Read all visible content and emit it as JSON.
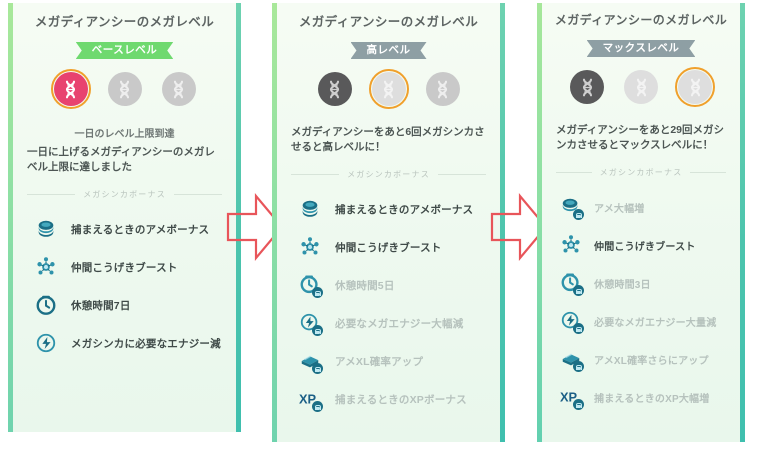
{
  "meta": {
    "accent_green": "#6fd96f",
    "accent_grey_blue": "#8e9fa4",
    "ring_orange": "#f0a02c",
    "pink": "#e8436f",
    "arrow_red": "#e8555a",
    "panel_bg": "#eef9ef",
    "divider_label": "メガシンカボーナス"
  },
  "panels": [
    {
      "title": "メガディアンシーのメガレベル",
      "badge": "ベースレベル",
      "badge_style": "base",
      "levels": [
        {
          "state": "active",
          "ringed": true
        },
        {
          "state": "grey",
          "ringed": false
        },
        {
          "state": "grey",
          "ringed": false
        }
      ],
      "status_title": "一日のレベル上限到達",
      "status_body": "一日に上げるメガディアンシーのメガレベル上限に達しました",
      "divider_label": "メガシンカボーナス",
      "bonuses": [
        {
          "icon": "candy-icon",
          "label": "捕まえるときのアメボーナス",
          "locked": false
        },
        {
          "icon": "buddy-attack-icon",
          "label": "仲間こうげきブースト",
          "locked": false
        },
        {
          "icon": "rest-timer-icon",
          "label": "休憩時間7日",
          "locked": false
        },
        {
          "icon": "mega-energy-icon",
          "label": "メガシンカに必要なエナジー減",
          "locked": false
        }
      ]
    },
    {
      "title": "メガディアンシーのメガレベル",
      "badge": "高レベル",
      "badge_style": "high",
      "levels": [
        {
          "state": "dark",
          "ringed": false
        },
        {
          "state": "lightgrey",
          "ringed": true
        },
        {
          "state": "grey",
          "ringed": false
        }
      ],
      "status_title": "",
      "status_body": "メガディアンシーをあと6回メガシンカさせると高レベルに！",
      "divider_label": "メガシンカボーナス",
      "bonuses": [
        {
          "icon": "candy-icon",
          "label": "捕まえるときのアメボーナス",
          "locked": false
        },
        {
          "icon": "buddy-attack-icon",
          "label": "仲間こうげきブースト",
          "locked": false
        },
        {
          "icon": "rest-timer-icon",
          "label": "休憩時間5日",
          "locked": true
        },
        {
          "icon": "mega-energy-icon",
          "label": "必要なメガエナジー大幅減",
          "locked": true
        },
        {
          "icon": "candy-xl-icon",
          "label": "アメXL確率アップ",
          "locked": true
        },
        {
          "icon": "xp-icon",
          "label": "捕まえるときのXPボーナス",
          "locked": true
        }
      ]
    },
    {
      "title": "メガディアンシーのメガレベル",
      "badge": "マックスレベル",
      "badge_style": "max",
      "levels": [
        {
          "state": "dark",
          "ringed": false
        },
        {
          "state": "lightgrey",
          "ringed": false
        },
        {
          "state": "lightgrey",
          "ringed": true
        }
      ],
      "status_title": "",
      "status_body": "メガディアンシーをあと29回メガシンカさせるとマックスレベルに！",
      "divider_label": "メガシンカボーナス",
      "bonuses": [
        {
          "icon": "candy-icon",
          "label": "アメ大幅増",
          "locked": true
        },
        {
          "icon": "buddy-attack-icon",
          "label": "仲間こうげきブースト",
          "locked": false
        },
        {
          "icon": "rest-timer-icon",
          "label": "休憩時間3日",
          "locked": true
        },
        {
          "icon": "mega-energy-icon",
          "label": "必要なメガエナジー大量減",
          "locked": true
        },
        {
          "icon": "candy-xl-icon",
          "label": "アメXL確率さらにアップ",
          "locked": true
        },
        {
          "icon": "xp-icon",
          "label": "捕まえるときのXP大幅増",
          "locked": true
        }
      ]
    }
  ],
  "arrows": [
    {
      "name": "arrow-step-1-to-2"
    },
    {
      "name": "arrow-step-2-to-3"
    }
  ]
}
